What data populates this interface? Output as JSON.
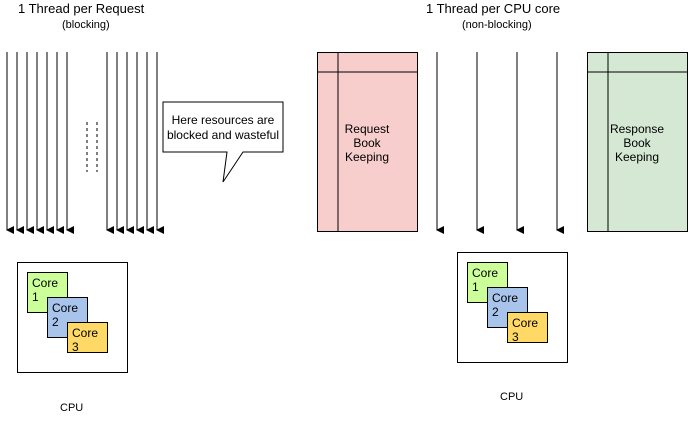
{
  "left": {
    "title": "1 Thread per Request",
    "subtitle": "(blocking)",
    "callout": [
      "Here resources are",
      "blocked and wasteful"
    ],
    "cores": [
      "Core 1",
      "Core 2",
      "Core 3"
    ],
    "cpu_label": "CPU"
  },
  "right": {
    "title": "1 Thread per CPU core",
    "subtitle": "(non-blocking)",
    "request_box": [
      "Request",
      "Book",
      "Keeping"
    ],
    "response_box": [
      "Response",
      "Book",
      "Keeping"
    ],
    "cores": [
      "Core 1",
      "Core 2",
      "Core 3"
    ],
    "cpu_label": "CPU"
  },
  "colors": {
    "core1": "#ccff99",
    "core2": "#a9c4eb",
    "core3": "#ffd966",
    "request_fill": "#f8cecc",
    "response_fill": "#d5e8d4"
  }
}
